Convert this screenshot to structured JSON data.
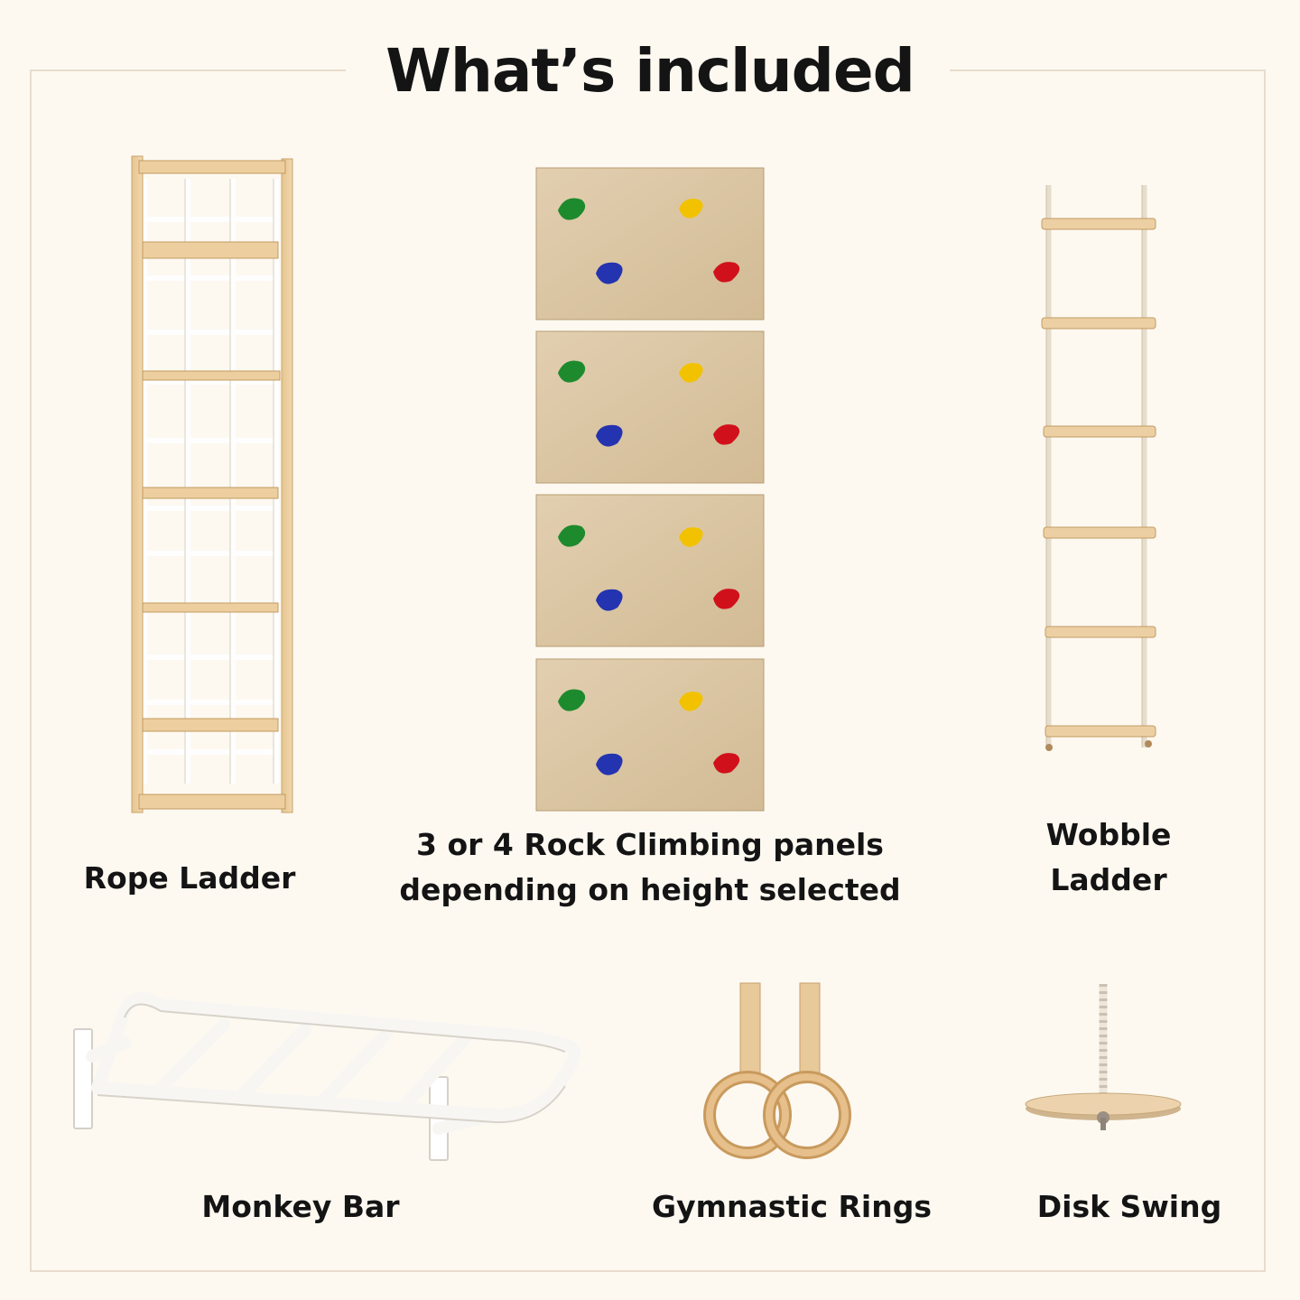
{
  "title": "What’s included",
  "items": {
    "rope_ladder": {
      "label": "Rope Ladder"
    },
    "climbing_panels": {
      "label_line1": "3 or 4 Rock Climbing panels",
      "label_line2": "depending on height selected"
    },
    "wobble_ladder": {
      "label_line1": "Wobble",
      "label_line2": "Ladder"
    },
    "monkey_bar": {
      "label": "Monkey Bar"
    },
    "gymnastic_rings": {
      "label": "Gymnastic Rings"
    },
    "disk_swing": {
      "label": "Disk Swing"
    }
  },
  "colors": {
    "background": "#fdf9f1",
    "frame": "#e9dccb",
    "wood": "#e8c99a",
    "plywood": "#d8c3a0",
    "hold_green": "#1e8a2e",
    "hold_yellow": "#f2c200",
    "hold_blue": "#2433b0",
    "hold_red": "#d0111b"
  }
}
